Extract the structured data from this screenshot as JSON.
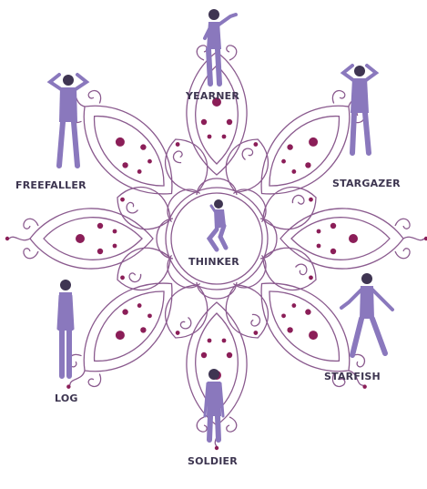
{
  "colors": {
    "outline": "#8a5a8e",
    "accent": "#8b1e58",
    "figure": "#8a78bd",
    "figure_dark": "#3f3552",
    "label": "#3d3550"
  },
  "center": {
    "label": "THINKER"
  },
  "positions": [
    {
      "id": "yearner",
      "label": "YEARNER"
    },
    {
      "id": "stargazer",
      "label": "STARGAZER"
    },
    {
      "id": "starfish",
      "label": "STARFISH"
    },
    {
      "id": "soldier",
      "label": "SOLDIER"
    },
    {
      "id": "log",
      "label": "LOG"
    },
    {
      "id": "freefaller",
      "label": "FREEFALLER"
    }
  ]
}
